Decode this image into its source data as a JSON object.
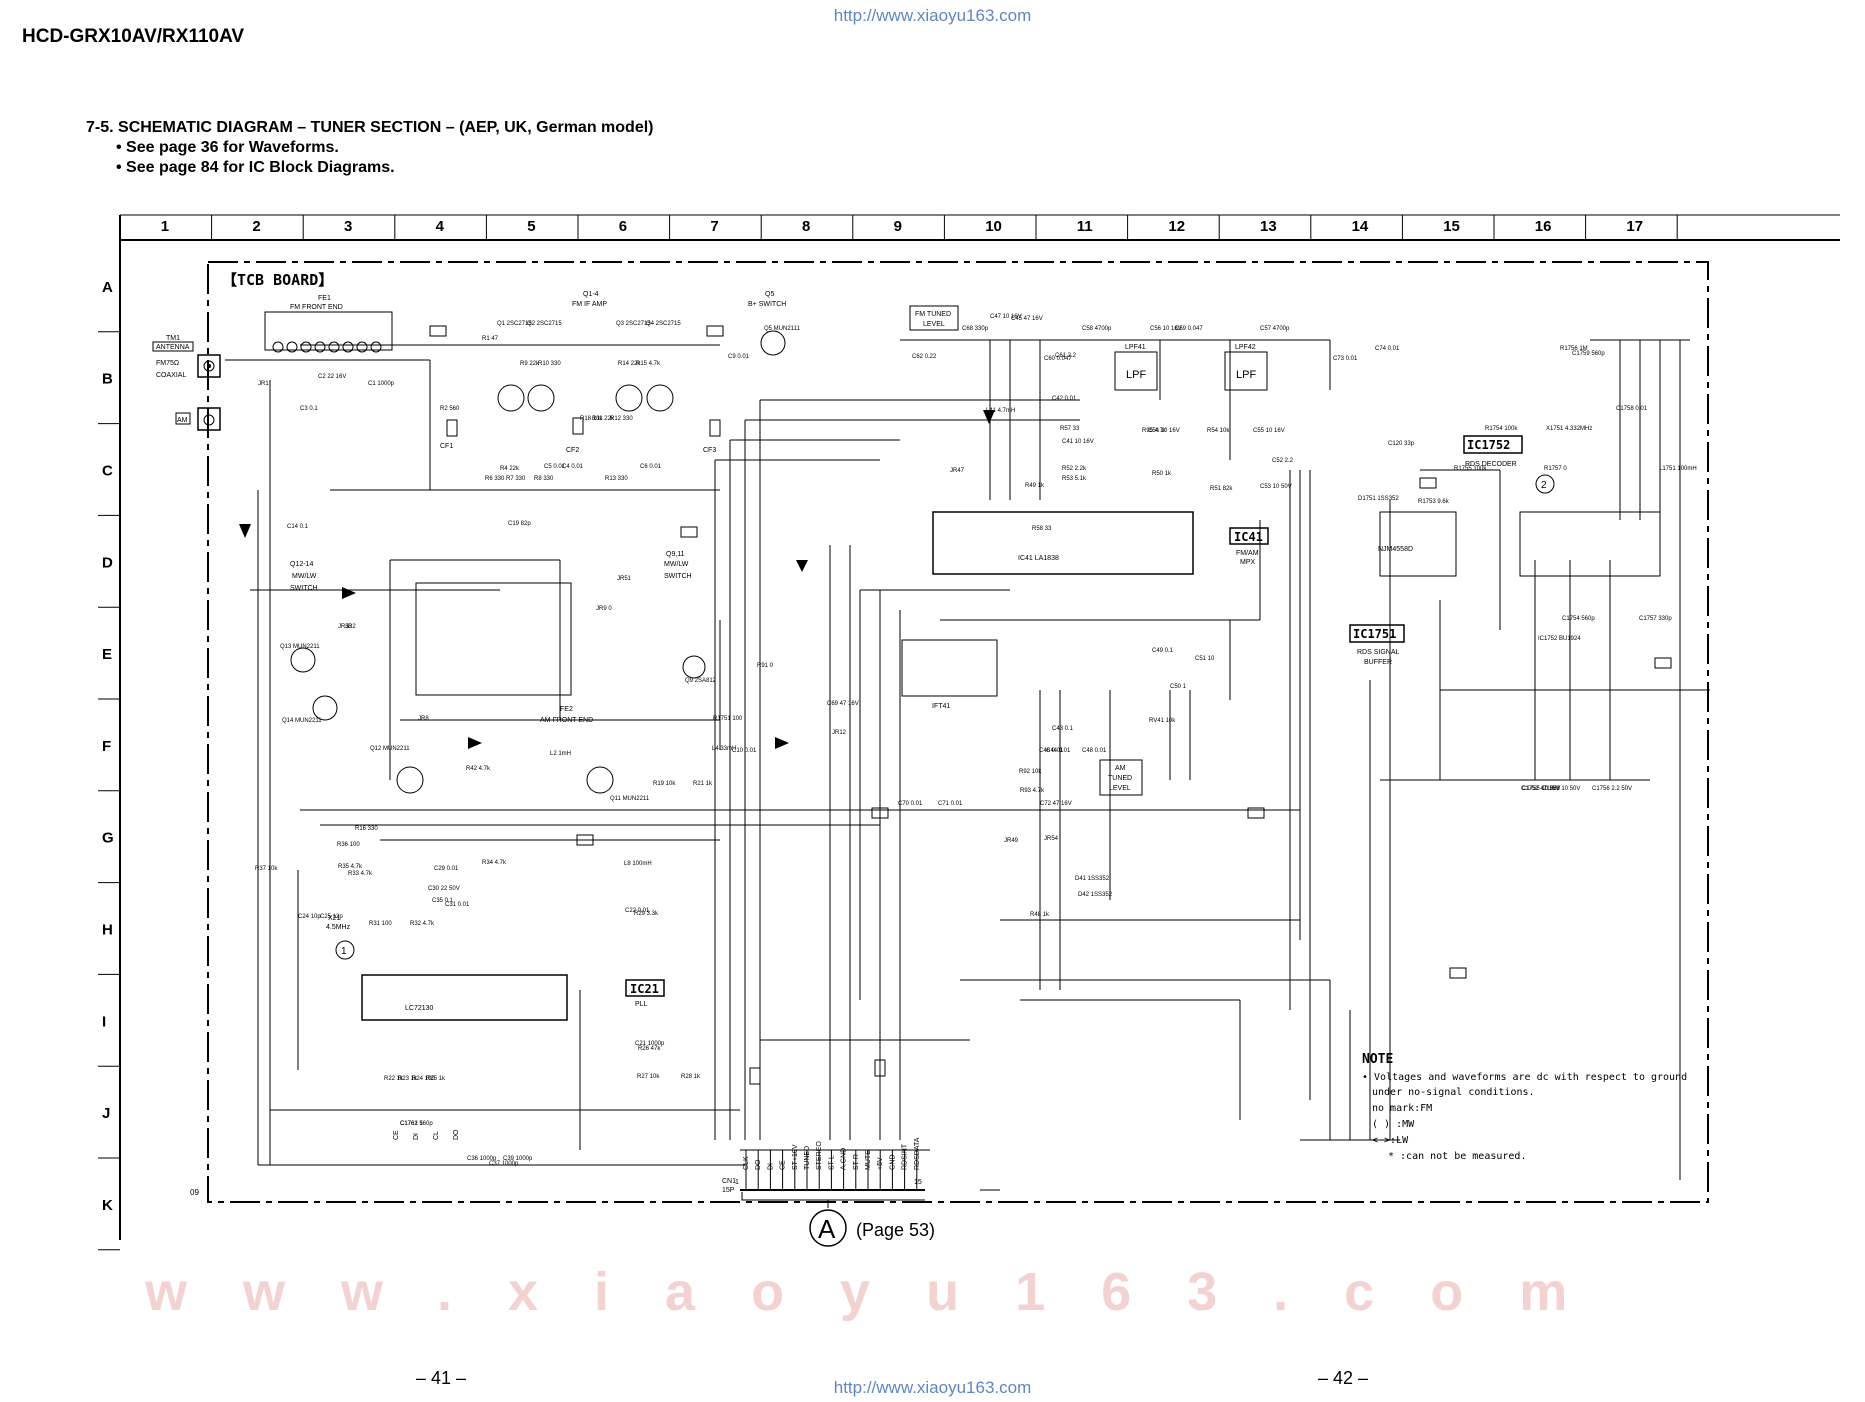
{
  "header": {
    "model": "HCD-GRX10AV/RX110AV",
    "url": "http://www.xiaoyu163.com"
  },
  "section": {
    "heading": "7-5. SCHEMATIC DIAGRAM – TUNER SECTION – (AEP, UK, German model)",
    "notes": [
      "• See page 36 for Waveforms.",
      "• See page 84 for IC Block Diagrams."
    ]
  },
  "grid": {
    "columns": [
      "1",
      "2",
      "3",
      "4",
      "5",
      "6",
      "7",
      "8",
      "9",
      "10",
      "11",
      "12",
      "13",
      "14",
      "15",
      "16",
      "17"
    ],
    "rows": [
      "A",
      "B",
      "C",
      "D",
      "E",
      "F",
      "G",
      "H",
      "I",
      "J",
      "K"
    ]
  },
  "board": {
    "title": "【TCB BOARD】"
  },
  "blocks": {
    "fe1": {
      "ref": "FE1",
      "name": "FM FRONT END"
    },
    "q14": {
      "ref": "Q1-4",
      "name": "FM IF AMP"
    },
    "q5": {
      "ref": "Q5",
      "name": "B+ SWITCH"
    },
    "tm1": {
      "ref": "TM1",
      "lines": [
        "ANTENNA",
        "FM75Ω",
        "COAXIAL"
      ],
      "am": "AM"
    },
    "q1214": {
      "ref": "Q12-14",
      "lines": [
        "MW/LW",
        "SWITCH"
      ]
    },
    "q911": {
      "ref": "Q9,11",
      "lines": [
        "MW/LW",
        "SWITCH"
      ]
    },
    "fe2": {
      "ref": "FE2",
      "name": "AM FRONT END"
    },
    "fm_tuned": {
      "lines": [
        "FM TUNED",
        "LEVEL"
      ]
    },
    "am_tuned": {
      "lines": [
        "AM",
        "TUNED",
        "LEVEL"
      ]
    },
    "ic41": {
      "ref": "IC41",
      "lines": [
        "FM/AM",
        "MPX"
      ],
      "part": "IC41 LA1838"
    },
    "ic1751": {
      "ref": "IC1751",
      "lines": [
        "RDS SIGNAL",
        "BUFFER"
      ],
      "part": "NJM4558D"
    },
    "ic1752": {
      "ref": "IC1752",
      "lines": [
        "RDS DECODER"
      ]
    },
    "ic21": {
      "ref": "IC21",
      "lines": [
        "PLL"
      ],
      "part": "LC72130"
    },
    "ift41": {
      "ref": "IFT41"
    },
    "lpf41": {
      "ref": "LPF41",
      "label": "LPF"
    },
    "lpf42": {
      "ref": "LPF42",
      "label": "LPF"
    },
    "cn1": {
      "ref": "CN1",
      "sub": "15P",
      "pin1": "1",
      "pin15": "15"
    },
    "connector_signals": [
      "CLK",
      "DO",
      "DI",
      "CE",
      "ST+10V",
      "TUNED",
      "STEREO",
      "ST-L",
      "A.GND",
      "ST-R",
      "MUTE",
      "+5V",
      "GND",
      "RDSINT",
      "RDSDATA"
    ],
    "pll_signals": [
      "CE",
      "DI",
      "CL",
      "DO"
    ],
    "x21": {
      "ref": "X21",
      "value": "4.5MHz"
    }
  },
  "components": {
    "resistors": [
      "R1 47",
      "R2 560",
      "R4 22k",
      "R6 330",
      "R7 330",
      "R8 330",
      "R9 22k",
      "R10 330",
      "R11 22k",
      "R12 330",
      "R13 330",
      "R14 22k",
      "R15 4.7k",
      "R16 330",
      "R18 10k",
      "R19 10k",
      "R21 1k",
      "R22 1k",
      "R23 1k",
      "R24 100",
      "R25 1k",
      "R26 47k",
      "R27 10k",
      "R28 1k",
      "R29 3.3k",
      "R31 100",
      "R32 4.7k",
      "R33 4.7k",
      "R34 4.7k",
      "R35 4.7k",
      "R36 100",
      "R37 10k",
      "R42 4.7k",
      "R48 1k",
      "R49 1k",
      "R50 1k",
      "R51 82k",
      "R52 2.2k",
      "R53 5.1k",
      "R54 10k",
      "R57 33",
      "R58 33",
      "R91 0",
      "R92 10k",
      "R93 4.7k",
      "R95 4.7k",
      "R1751 100",
      "R1753 9.6k",
      "R1754 100k",
      "R1755 100k",
      "R1756 1M",
      "R1757 0"
    ],
    "capacitors": [
      "C1 1000p",
      "C2 22 16V",
      "C3 0.1",
      "C4 0.01",
      "C5 0.01",
      "C6 0.01",
      "C9 0.01",
      "C10 0.01",
      "C14 0.1",
      "C19 82p",
      "C21 1000p",
      "C22 0.01",
      "C24 10p",
      "C25 12p",
      "C29 0.01",
      "C30 22 50V",
      "C31 0.01",
      "C35 0.1",
      "C36 1000p",
      "C37 1000p",
      "C39 1000p",
      "C41 10 16V",
      "C42 0.01",
      "C43 0.1",
      "C44 0.01",
      "C45 47 16V",
      "C46 0.01",
      "C47 10 16V",
      "C48 0.01",
      "C49 0.1",
      "C50 1",
      "C51 10",
      "C52 2.2",
      "C53 10 50V",
      "C54 10 16V",
      "C55 10 16V",
      "C56 10 16V",
      "C57 4700p",
      "C58 4700p",
      "C59 0.047",
      "C60 0.047",
      "C61 2.2",
      "C62 0.22",
      "C68 330p",
      "C69 47 16V",
      "C70 0.01",
      "C71 0.01",
      "C72 47 16V",
      "C73 0.01",
      "C74 0.01",
      "C120 33p",
      "C1752 47 16V",
      "C1753 10 50V",
      "C1754 560p",
      "C1755 10 50V",
      "C1756 2.2 50V",
      "C1757 330p",
      "C1758 0.01",
      "C1759 560p",
      "C1761 1",
      "C1762 560p"
    ],
    "transistors": [
      "Q1 2SC2715",
      "Q2 2SC2715",
      "Q3 2SC2715",
      "Q4 2SC2715",
      "Q5 MUN2111",
      "Q9 2SA812",
      "Q11 MUN2211",
      "Q12 MUN2211",
      "Q13 MUN2211",
      "Q14 MUN2211"
    ],
    "others": [
      "L2 1mH",
      "L4 33mH",
      "L8 100mH",
      "L41 4.7mH",
      "L1751 100mH",
      "X1751 4.332MHz",
      "CF1",
      "CF2",
      "CF3",
      "D41 1SS352",
      "D42 1SS352",
      "D1751 1SS352",
      "JR1",
      "JR2",
      "JR8",
      "JR9 0",
      "JR12",
      "JR47",
      "JR49",
      "JR51",
      "JR53",
      "JR54",
      "RV41 10k",
      "IC1752 BU1924"
    ]
  },
  "note": {
    "title": "NOTE",
    "lines": [
      "• Voltages and waveforms are dc with respect to ground",
      "under no-signal conditions.",
      "no mark:FM",
      "(   ) :MW",
      "<   >:LW",
      "*   :can not be measured."
    ]
  },
  "footer": {
    "ref_label": "A",
    "ref_page": "(Page 53)",
    "page_left": "– 41 –",
    "page_right": "– 42 –",
    "sheet_code": "09"
  },
  "colors": {
    "ink": "#000000",
    "url": "#5f86c4",
    "watermark": "#f0b9b9"
  }
}
